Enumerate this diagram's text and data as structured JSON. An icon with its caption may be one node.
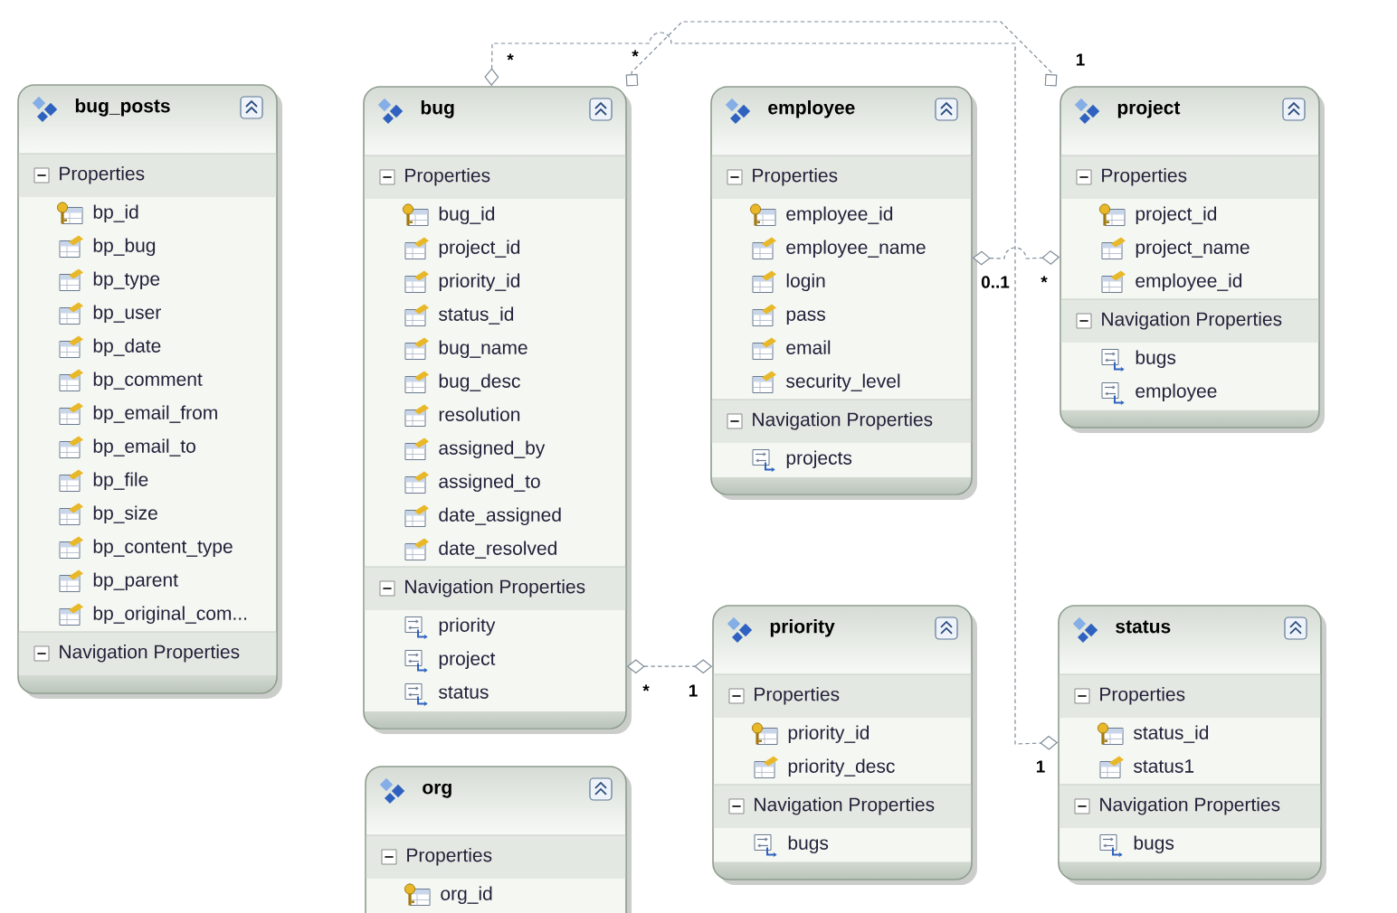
{
  "diagram": {
    "nodes": [
      {
        "text": [
          "bug_posts"
        ]
      },
      {
        "text": [
          "Properties",
          "bp_id",
          "bp_bug",
          "bp_type",
          "bp_user",
          "bp_date",
          "bp_comment",
          "bp_email_from",
          "bp_email_to",
          "bp_file",
          "bp_size",
          "bp_content_type",
          "bp_parent",
          "bp_original_com..."
        ],
        "in": 0
      },
      {
        "text": [
          "Navigation Properties"
        ],
        "in": 0
      },
      {
        "text": [
          "bug"
        ]
      },
      {
        "text": [
          "Properties",
          "bug_id",
          "project_id",
          "priority_id",
          "status_id",
          "bug_name",
          "bug_desc",
          "resolution",
          "assigned_by",
          "assigned_to",
          "date_assigned",
          "date_resolved"
        ],
        "in": 3
      },
      {
        "text": [
          "Navigation Properties",
          "priority",
          "project",
          "status"
        ],
        "in": 3
      },
      {
        "text": [
          "employee"
        ]
      },
      {
        "text": [
          "Properties",
          "employee_id",
          "employee_name",
          "login",
          "pass",
          "email",
          "security_level"
        ],
        "in": 6
      },
      {
        "text": [
          "Navigation Properties",
          "projects"
        ],
        "in": 6
      },
      {
        "text": [
          "project"
        ]
      },
      {
        "text": [
          "Properties",
          "project_id",
          "project_name",
          "employee_id"
        ],
        "in": 9
      },
      {
        "text": [
          "Navigation Properties",
          "bugs",
          "employee"
        ],
        "in": 9
      },
      {
        "text": [
          "priority"
        ]
      },
      {
        "text": [
          "Properties",
          "priority_id",
          "priority_desc"
        ],
        "in": 12
      },
      {
        "text": [
          "Navigation Properties",
          "bugs"
        ],
        "in": 12
      },
      {
        "text": [
          "status"
        ]
      },
      {
        "text": [
          "Properties",
          "status_id",
          "status1"
        ],
        "in": 15
      },
      {
        "text": [
          "Navigation Properties",
          "bugs"
        ],
        "in": 15
      },
      {
        "text": [
          "org"
        ]
      },
      {
        "text": [
          "Properties",
          "org_id"
        ],
        "in": 18
      }
    ],
    "edges": [
      {
        "from": 3,
        "to": 15,
        "arrow": "other",
        "style": "dashed"
      },
      {
        "from": 3,
        "to": 9,
        "arrow": "other",
        "style": "dashed"
      },
      {
        "from": 6,
        "to": 9,
        "arrow": "other",
        "style": "dashed"
      },
      {
        "from": 3,
        "to": 12,
        "arrow": "other",
        "style": "dashed"
      }
    ],
    "labels": [
      "*",
      "*",
      "1",
      "0..1",
      "*",
      "*",
      "1",
      "1"
    ]
  }
}
